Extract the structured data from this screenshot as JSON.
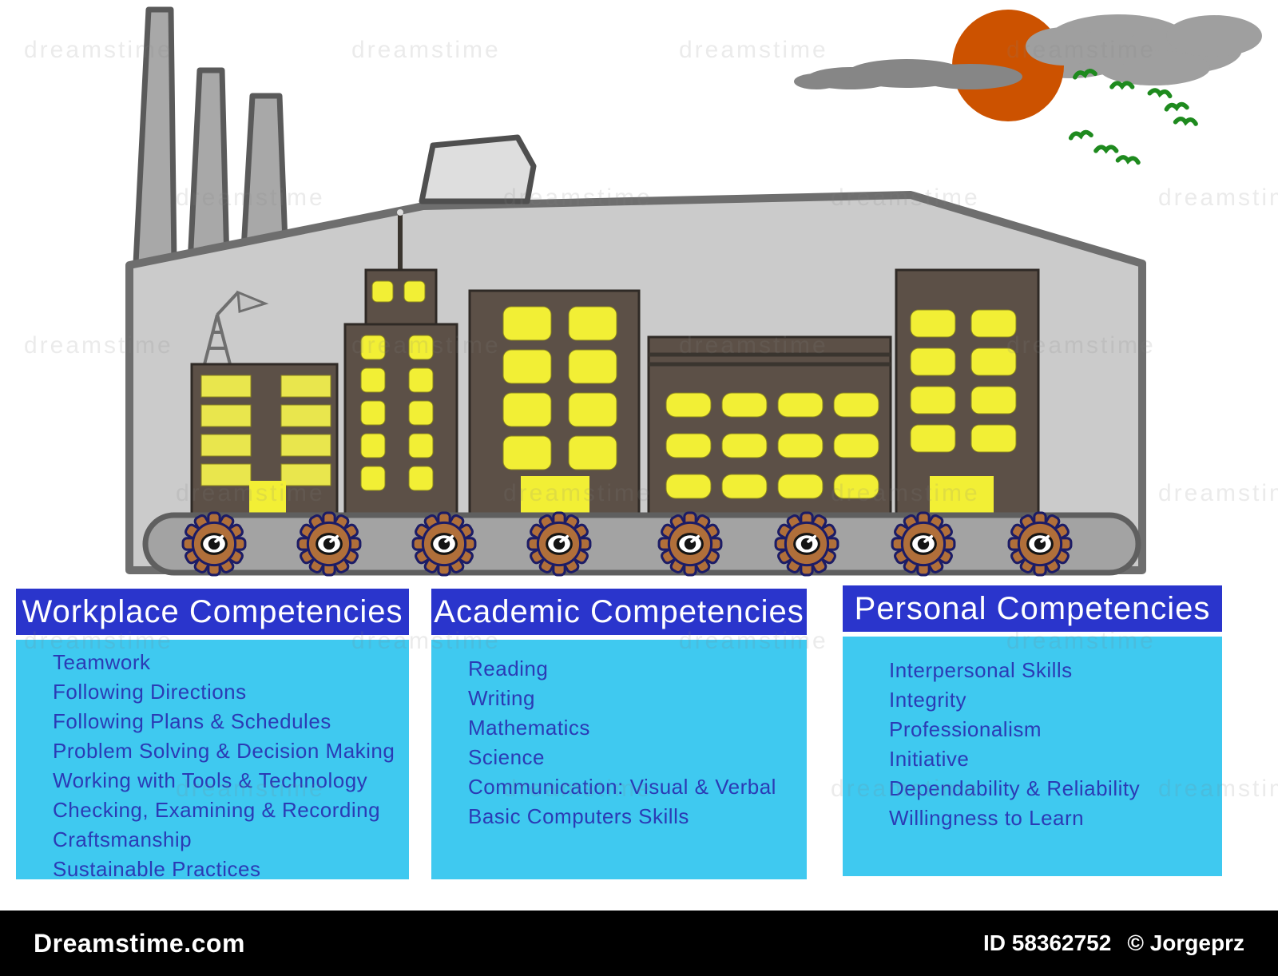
{
  "watermark": {
    "text": "dreamstime"
  },
  "footer": {
    "brand": "Dreamstime.com",
    "id_text": "ID 58362752",
    "author_text": "© Jorgeprz"
  },
  "panels": [
    {
      "title": "Workplace Competencies",
      "items": [
        "Teamwork",
        "Following Directions",
        "Following Plans & Schedules",
        "Problem Solving & Decision Making",
        "Working with Tools & Technology",
        "Checking, Examining & Recording",
        "Craftsmanship",
        "Sustainable Practices"
      ]
    },
    {
      "title": "Academic Competencies",
      "items": [
        "Reading",
        "Writing",
        "Mathematics",
        "Science",
        "Communication: Visual & Verbal",
        "Basic Computers Skills"
      ]
    },
    {
      "title": "Personal Competencies",
      "items": [
        "Interpersonal Skills",
        "Integrity",
        "Professionalism",
        "Initiative",
        "Dependability & Reliability",
        "Willingness to Learn"
      ]
    }
  ],
  "colors": {
    "header_blue": "#2a35cc",
    "panel_cyan": "#3fc9f0",
    "list_text_blue": "#2b3bb5",
    "building_brown": "#5c5047",
    "window_yellow": "#f2ef35",
    "gear_orange": "#b06f3a",
    "sun_orange": "#cc5200",
    "bird_green": "#1e8a1e"
  }
}
